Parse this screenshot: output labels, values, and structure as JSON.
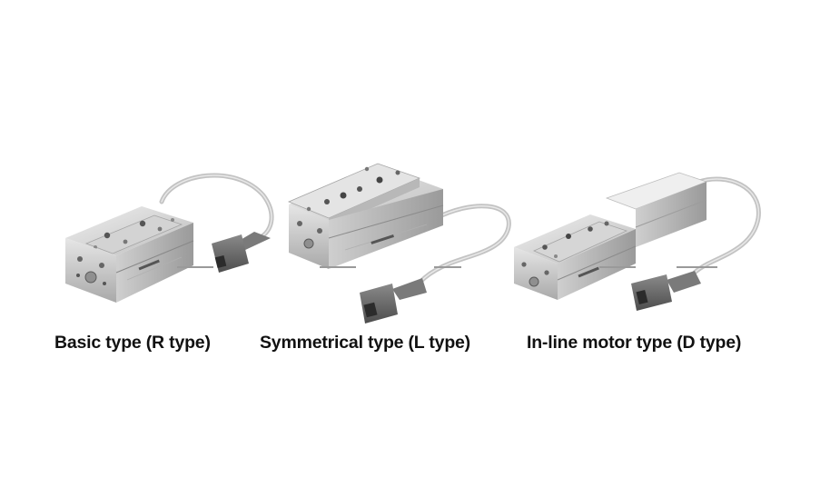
{
  "products": [
    {
      "id": "basic",
      "caption": "Basic type (R type)",
      "image_name": "basic-r-type-actuator-image"
    },
    {
      "id": "symmetrical",
      "caption": "Symmetrical type (L type)",
      "image_name": "symmetrical-l-type-actuator-image"
    },
    {
      "id": "inline",
      "caption": "In-line motor type (D type)",
      "image_name": "inline-motor-d-type-actuator-image"
    }
  ],
  "colors": {
    "background": "#ffffff",
    "caption_text": "#111111",
    "body_metal": "#d8d8d8",
    "cable": "#bcbcbc",
    "connector": "#6a6a6a"
  }
}
